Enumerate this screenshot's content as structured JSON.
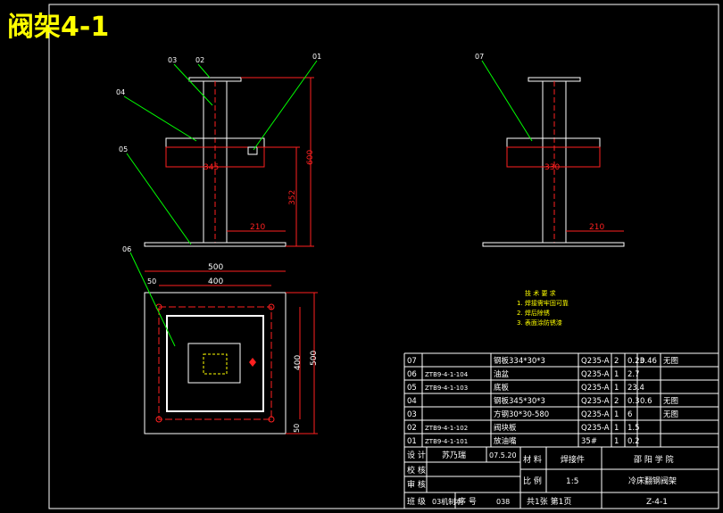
{
  "title": "阀架4-1",
  "callouts": {
    "c01": "01",
    "c02": "02",
    "c03": "03",
    "c04": "04",
    "c05": "05",
    "c06": "06",
    "c07": "07"
  },
  "dimensions": {
    "left_width": "345",
    "left_height_total": "600",
    "left_height_lower": "352",
    "left_offset": "210",
    "right_width": "330",
    "right_offset": "210",
    "plan_outer": "500",
    "plan_inner": "400",
    "plan_margin": "50",
    "plan_outer_v": "500",
    "plan_inner_v": "400",
    "plan_margin_v": "50"
  },
  "notes": {
    "heading": "技 术 要 求",
    "lines": [
      "1. 焊接需牢固可靠",
      "2. 焊后除锈",
      "3. 表面涂防锈漆"
    ]
  },
  "parts": [
    {
      "no": "07",
      "code": "",
      "name": "钢板334*30*3",
      "material": "Q235-A",
      "qty": "2",
      "w1": "0.23",
      "w2": "0.46",
      "remark": "无图"
    },
    {
      "no": "06",
      "code": "ZTB9-4-1-104",
      "name": "油盆",
      "material": "Q235-A",
      "qty": "1",
      "w1": "2.7",
      "w2": "",
      "remark": ""
    },
    {
      "no": "05",
      "code": "ZTB9-4-1-103",
      "name": "底板",
      "material": "Q235-A",
      "qty": "1",
      "w1": "23.4",
      "w2": "",
      "remark": ""
    },
    {
      "no": "04",
      "code": "",
      "name": "钢板345*30*3",
      "material": "Q235-A",
      "qty": "2",
      "w1": "0.3",
      "w2": "0.6",
      "remark": "无图"
    },
    {
      "no": "03",
      "code": "",
      "name": "方钢30*30-580",
      "material": "Q235-A",
      "qty": "1",
      "w1": "6",
      "w2": "",
      "remark": "无图"
    },
    {
      "no": "02",
      "code": "ZTB9-4-1-102",
      "name": "阀块板",
      "material": "Q235-A",
      "qty": "1",
      "w1": "1.5",
      "w2": "",
      "remark": ""
    },
    {
      "no": "01",
      "code": "ZTB9-4-1-101",
      "name": "放油嘴",
      "material": "35#",
      "qty": "1",
      "w1": "0.2",
      "w2": "",
      "remark": ""
    }
  ],
  "titleblock": {
    "design_label": "设 计",
    "designer": "苏乃瑞",
    "date": "07.5.20",
    "check_label": "校 核",
    "review_label": "审 核",
    "material_label": "材 料",
    "material_value": "焊接件",
    "school": "邵 阳 学 院",
    "scale_label": "比 例",
    "scale_value": "1:5",
    "drawing_name": "冷床翻钢阀架",
    "class_label": "班 级",
    "class_value": "03机制本",
    "seq_label": "序 号",
    "seq_value": "038",
    "sheets": "共1张 第1页",
    "drawing_no": "Z-4-1"
  },
  "colors": {
    "frame": "#ffffff",
    "red": "#ff2020",
    "green": "#00ff00",
    "yellow": "#ffff00",
    "table": "#ffffff"
  }
}
